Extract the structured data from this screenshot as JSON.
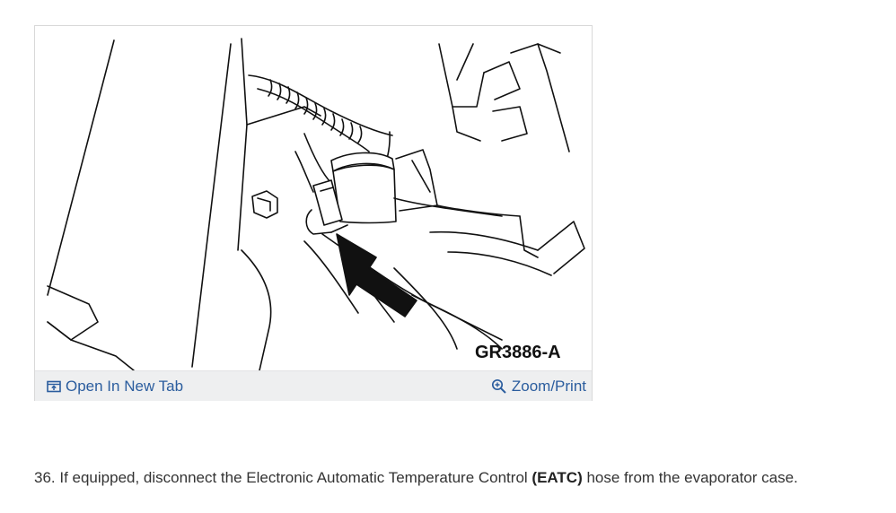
{
  "figure": {
    "code": "GR3886-A",
    "open_tab_label": "Open In New Tab",
    "zoom_label": "Zoom/Print",
    "open_tab_icon": "open-in-new-tab-icon",
    "zoom_icon": "magnifier-zoom-icon",
    "link_color": "#2b5d9e"
  },
  "step": {
    "prefix": "36. If equipped, disconnect the Electronic Automatic Temperature Control ",
    "emphasis": "(EATC)",
    "suffix": " hose from the evaporator case."
  }
}
